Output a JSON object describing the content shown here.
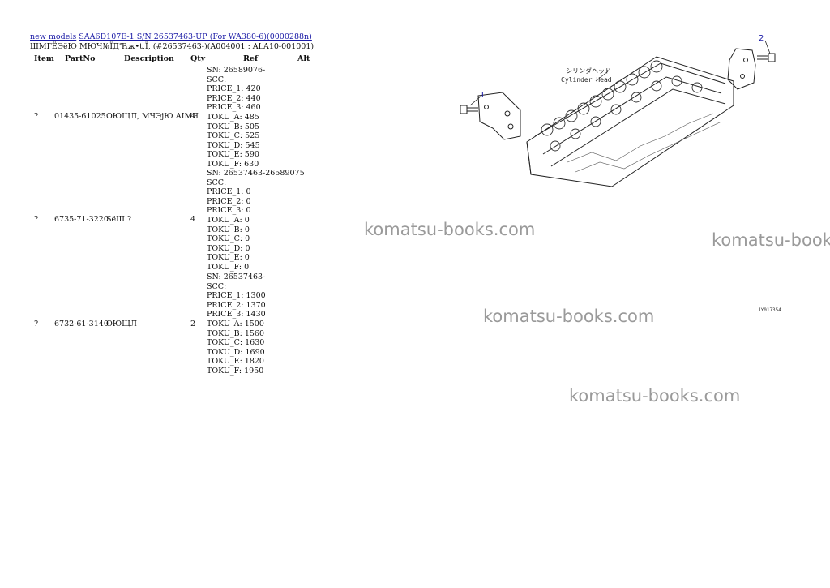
{
  "breadcrumb": {
    "link1": "new models",
    "link2": "SAA6D107E-1 S/N 26537463-UP (For WA380-6)(0000288n)"
  },
  "subtitle": "ШМГЁЭёЮ МЮЧ№ЇД'Ћж•t,Ї, (#26537463-)(A004001 : ALA10-001001)",
  "table": {
    "headers": {
      "item": "Item",
      "partno": "PartNo",
      "description": "Description",
      "qty": "Qty",
      "ref": "Ref",
      "alt": "Alt"
    },
    "rows": [
      {
        "item": "?",
        "partno": "01435-61025",
        "description": "ОЮЩЛ, МЧЭјЮ АІМЯ",
        "qty": "4",
        "ref": [
          "SN: 26589076-",
          "SCC:",
          "PRICE_1: 420",
          "PRICE_2: 440",
          "PRICE_3: 460",
          "TOKU_A: 485",
          "TOKU_B: 505",
          "TOKU_C: 525",
          "TOKU_D: 545",
          "TOKU_E: 590",
          "TOKU_F: 630"
        ]
      },
      {
        "item": "?",
        "partno": "6735-71-3220",
        "description": "SёШ ?",
        "qty": "4",
        "ref": [
          "SN: 26537463-26589075",
          "SCC:",
          "PRICE_1: 0",
          "PRICE_2: 0",
          "PRICE_3: 0",
          "TOKU_A: 0",
          "TOKU_B: 0",
          "TOKU_C: 0",
          "TOKU_D: 0",
          "TOKU_E: 0",
          "TOKU_F: 0"
        ]
      },
      {
        "item": "?",
        "partno": "6732-61-3140",
        "description": "ОЮЩЛ",
        "qty": "2",
        "ref": [
          "SN: 26537463-",
          "SCC:",
          "PRICE_1: 1300",
          "PRICE_2: 1370",
          "PRICE_3: 1430",
          "TOKU_A: 1500",
          "TOKU_B: 1560",
          "TOKU_C: 1630",
          "TOKU_D: 1690",
          "TOKU_E: 1820",
          "TOKU_F: 1950"
        ]
      }
    ]
  },
  "drawing": {
    "label_jp": "シリンダヘッド",
    "label_en": "Cylinder Head",
    "callout_1": "1",
    "callout_2": "2",
    "figure_code": "JY017354"
  },
  "watermark": "komatsu-books.com"
}
